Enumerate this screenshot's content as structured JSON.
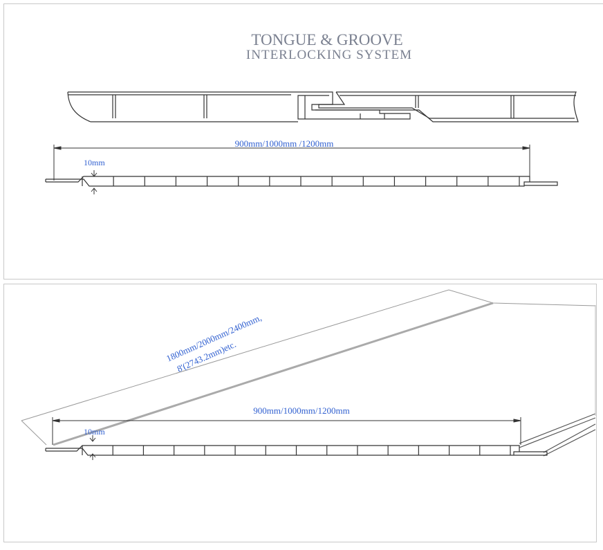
{
  "top_panel": {
    "title_line1": "TONGUE & GROOVE",
    "title_line2": "INTERLOCKING SYSTEM",
    "width_label": "900mm/1000mm /1200mm",
    "thickness_label": "10mm",
    "cell_count": 14
  },
  "bottom_panel": {
    "length_label_line1": "1800mm/2000mm/2400mm,",
    "length_label_line2": "8'(2743.2mm)etc.",
    "width_label": "900mm/1000mm/1200mm",
    "thickness_label": "10mm",
    "cell_count": 14
  },
  "colors": {
    "title": "#7a8090",
    "dimension_text": "#2f5fd0",
    "line": "#333333"
  }
}
